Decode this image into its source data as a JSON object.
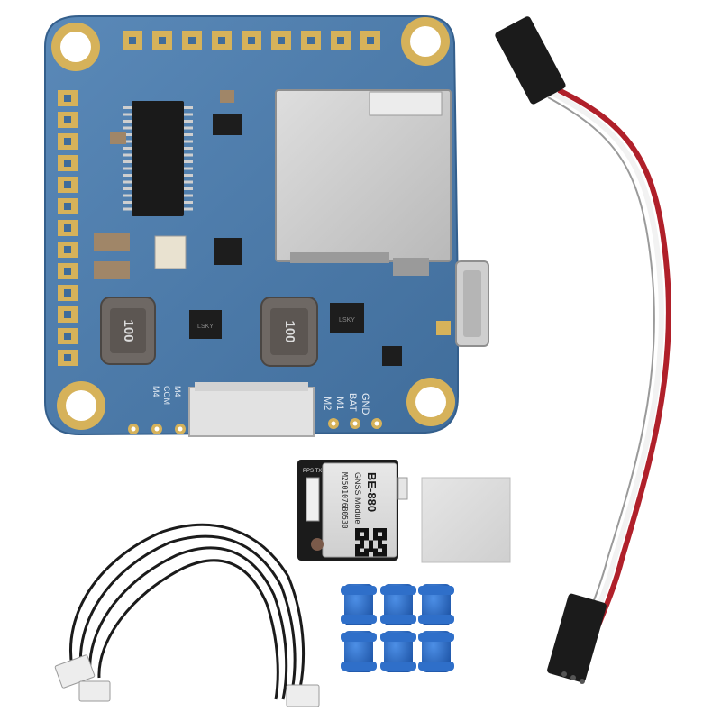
{
  "board": {
    "inductor_label": "100",
    "chip_label": "LSKY",
    "pad_labels": [
      "M2",
      "M1",
      "BAT",
      "GND"
    ],
    "side_labels": [
      "M4",
      "COM",
      "M4"
    ]
  },
  "gps_module": {
    "model": "BE-880",
    "subtitle": "GNSS Module",
    "serial": "M2501076B0530",
    "pin_label": "PPS TX"
  },
  "colors": {
    "pcb": "#4a78a6",
    "pcb_dark": "#2f5a86",
    "gold": "#d6b25a",
    "inductor": "#6e6864",
    "sd_slot": "#c9c9c9",
    "wire_red": "#b0202a",
    "wire_white": "#f2f2f2",
    "wire_black": "#1b1b1b",
    "dampener": "#2f6fc9"
  }
}
